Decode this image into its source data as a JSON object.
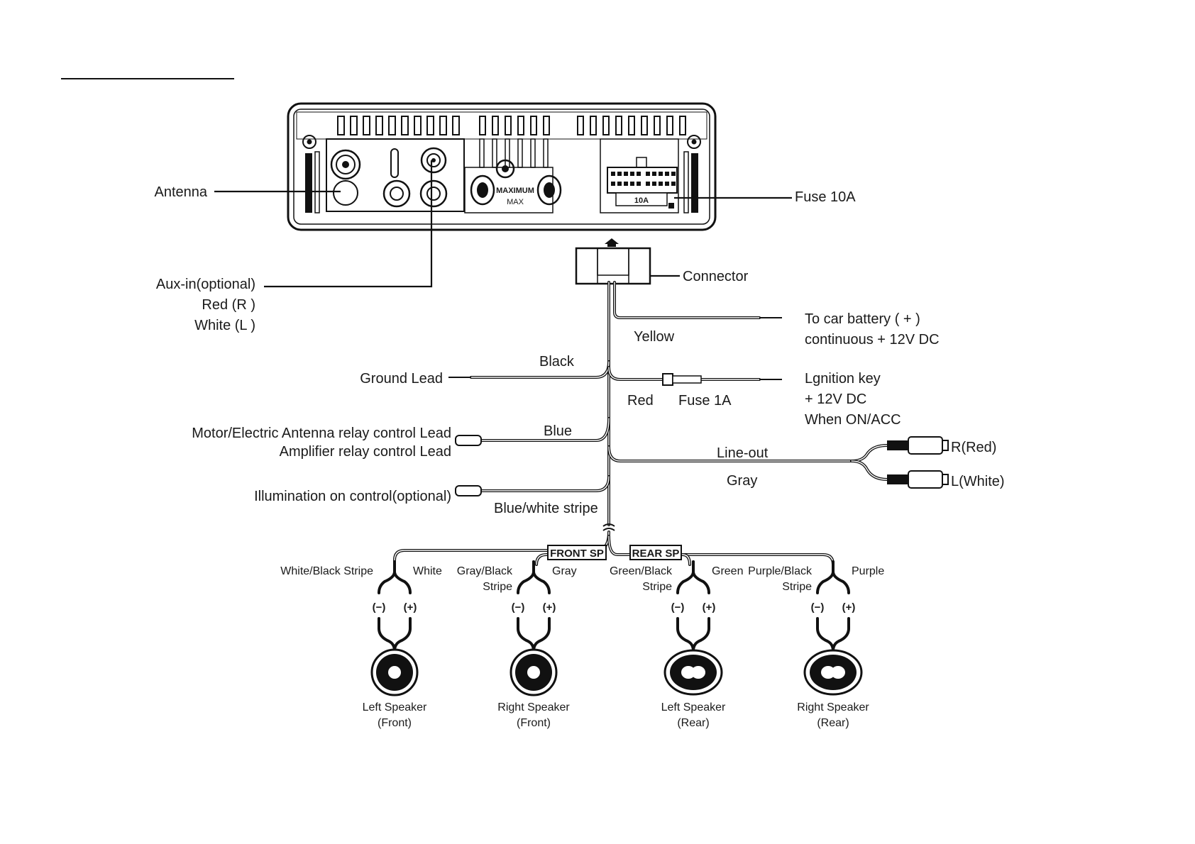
{
  "unit": {
    "fuse_label": "Fuse 10A",
    "fuse_tag": "10A",
    "plate_line1": "MAXIMUM",
    "plate_line2": "MAX",
    "antenna": "Antenna",
    "aux_line1": "Aux-in(optional)",
    "aux_line2": "Red (R )",
    "aux_line3": "White (L )",
    "connector": "Connector"
  },
  "wires": {
    "yellow": "Yellow",
    "battery_line1": "To car battery ( + )",
    "battery_line2": "continuous  + 12V DC",
    "black": "Black",
    "ground": "Ground Lead",
    "red": "Red",
    "fuse1a": "Fuse 1A",
    "ignition_line1": "Lgnition key",
    "ignition_line2": "+ 12V DC",
    "ignition_line3": "When ON/ACC",
    "motor": "Motor/Electric Antenna relay control Lead",
    "amplifier": "Amplifier relay control Lead",
    "blue": "Blue",
    "lineout": "Line-out",
    "gray": "Gray",
    "r_red": "R(Red)",
    "l_white": "L(White)",
    "illumination": "Illumination on control(optional)",
    "blue_white": "Blue/white stripe"
  },
  "speaker_bus": {
    "front": "FRONT SP",
    "rear": "REAR SP"
  },
  "speakers": [
    {
      "neg_wire": "White/Black Stripe",
      "neg_wire_2": "",
      "pos_wire": "White",
      "minus": "(−)",
      "plus": "(+)",
      "name": "Left Speaker",
      "position": "(Front)"
    },
    {
      "neg_wire": "Gray/Black",
      "neg_wire_2": "Stripe",
      "pos_wire": "Gray",
      "minus": "(−)",
      "plus": "(+)",
      "name": "Right Speaker",
      "position": "(Front)"
    },
    {
      "neg_wire": "Green/Black",
      "neg_wire_2": "Stripe",
      "pos_wire": "Green",
      "minus": "(−)",
      "plus": "(+)",
      "name": "Left Speaker",
      "position": "(Rear)"
    },
    {
      "neg_wire": "Purple/Black",
      "neg_wire_2": "Stripe",
      "pos_wire": "Purple",
      "minus": "(−)",
      "plus": "(+)",
      "name": "Right Speaker",
      "position": "(Rear)"
    }
  ]
}
